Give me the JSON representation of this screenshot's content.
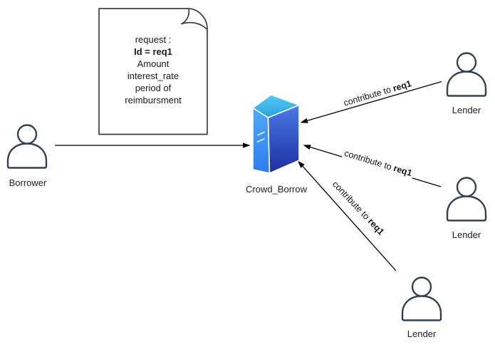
{
  "note": {
    "lines": [
      "request :",
      "Id = req1",
      "Amount",
      "interest_rate",
      "period of",
      "reimbursment"
    ]
  },
  "nodes": {
    "borrower_label": "Borrower",
    "server_label": "Crowd_Borrow",
    "lender1_label": "Lender",
    "lender2_label": "Lender",
    "lender3_label": "Lender"
  },
  "edge_label": {
    "prefix": "contribute to ",
    "target": "req1"
  },
  "colors": {
    "line": "#000000",
    "person_stroke": "#33424e",
    "note_stroke": "#3f3f3f",
    "server_top_light": "#55c8f2",
    "server_top_dark": "#2aa3e2",
    "server_left_light": "#4faaf5",
    "server_left_dark": "#2e7cf0",
    "server_front_light": "#4b7ae6",
    "server_front_dark": "#1c2f9f",
    "server_detail": "#cde7fa"
  }
}
